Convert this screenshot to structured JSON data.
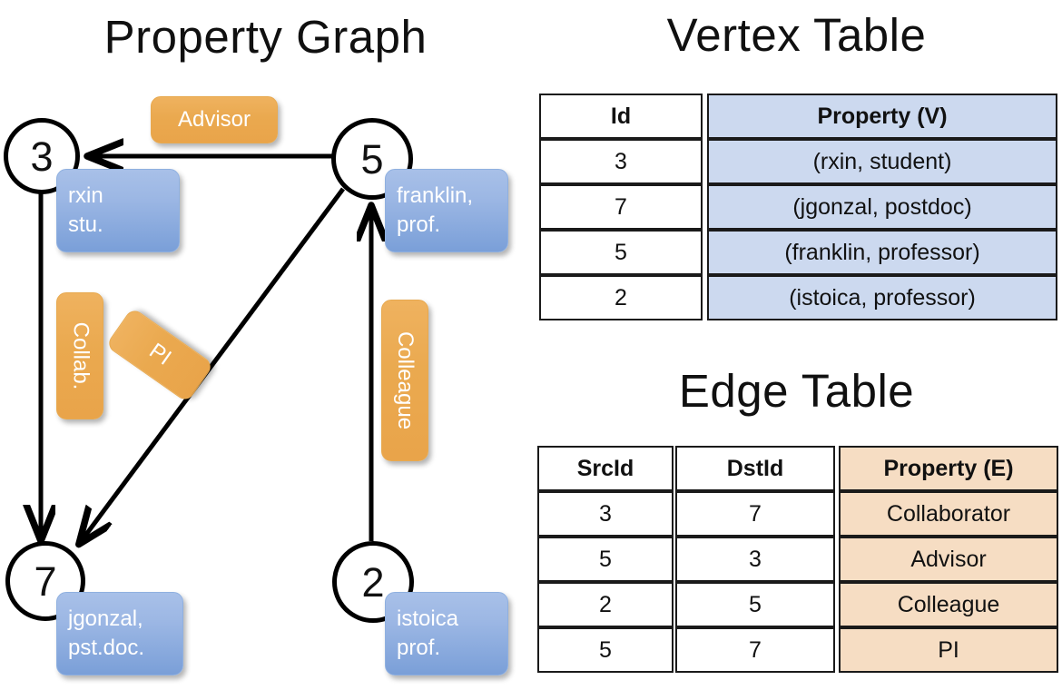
{
  "graph": {
    "title": "Property Graph",
    "nodes": [
      {
        "id": "node-3",
        "label": "3",
        "property_lines": [
          "rxin",
          "stu."
        ]
      },
      {
        "id": "node-5",
        "label": "5",
        "property_lines": [
          "franklin,",
          "prof."
        ]
      },
      {
        "id": "node-7",
        "label": "7",
        "property_lines": [
          "jgonzal,",
          "pst.doc."
        ]
      },
      {
        "id": "node-2",
        "label": "2",
        "property_lines": [
          "istoica",
          "prof."
        ]
      }
    ],
    "edge_labels": [
      {
        "id": "edge-label-advisor",
        "text": "Advisor"
      },
      {
        "id": "edge-label-collab",
        "text": "Collab."
      },
      {
        "id": "edge-label-pi",
        "text": "PI"
      },
      {
        "id": "edge-label-colleague",
        "text": "Colleague"
      }
    ]
  },
  "vertex_table": {
    "title": "Vertex Table",
    "headers": [
      "Id",
      "Property (V)"
    ],
    "rows": [
      {
        "id": "3",
        "property": "(rxin, student)"
      },
      {
        "id": "7",
        "property": "(jgonzal, postdoc)"
      },
      {
        "id": "5",
        "property": "(franklin, professor)"
      },
      {
        "id": "2",
        "property": "(istoica, professor)"
      }
    ]
  },
  "edge_table": {
    "title": "Edge Table",
    "headers": [
      "SrcId",
      "DstId",
      "Property (E)"
    ],
    "rows": [
      {
        "src": "3",
        "dst": "7",
        "property": "Collaborator"
      },
      {
        "src": "5",
        "dst": "3",
        "property": "Advisor"
      },
      {
        "src": "2",
        "dst": "5",
        "property": "Colleague"
      },
      {
        "src": "5",
        "dst": "7",
        "property": "PI"
      }
    ]
  },
  "colors": {
    "vertex_property_fill": "#ccd9ef",
    "edge_property_fill": "#f6ddc3",
    "node_property_box": "#7a9fd8",
    "edge_label_box": "#eaa94f",
    "stroke": "#000000"
  }
}
